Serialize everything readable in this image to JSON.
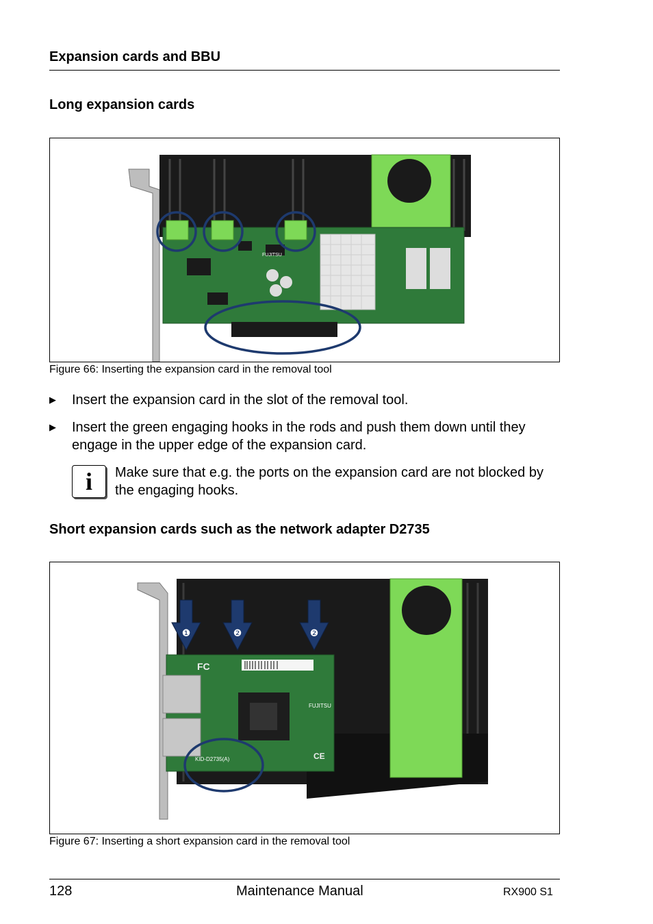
{
  "header": {
    "section": "Expansion cards and BBU"
  },
  "section1": {
    "title": "Long expansion cards"
  },
  "figure66": {
    "caption": "Figure 66: Inserting the expansion card in the removal tool",
    "pcb_label": "FUJITSU"
  },
  "steps": [
    {
      "marker": "▶",
      "text": "Insert the expansion card in the slot of the removal tool."
    },
    {
      "marker": "▶",
      "text": "Insert the green engaging hooks in the rods and push them down until they engage in the upper edge of the expansion card."
    }
  ],
  "note": {
    "icon": "i",
    "text": "Make sure that e.g. the ports on the expansion card are not blocked by the engaging hooks."
  },
  "section2": {
    "title": "Short expansion cards such as the network adapter D2735"
  },
  "figure67": {
    "caption": "Figure 67: Inserting a short expansion card in the removal tool",
    "arrows": [
      {
        "label": "❶"
      },
      {
        "label": "❷"
      },
      {
        "label": "❷"
      }
    ],
    "card_label": "KID-D2735(A)",
    "fc_mark": "FC",
    "ce_mark": "CE",
    "pcb_label": "FUJITSU"
  },
  "footer": {
    "page_number": "128",
    "manual": "Maintenance Manual",
    "product": "RX900 S1"
  },
  "colors": {
    "pcb_green": "#2f7a3a",
    "tool_green": "#7ed957",
    "ring_blue": "#1e3a6e",
    "tool_black": "#1a1a1a"
  }
}
